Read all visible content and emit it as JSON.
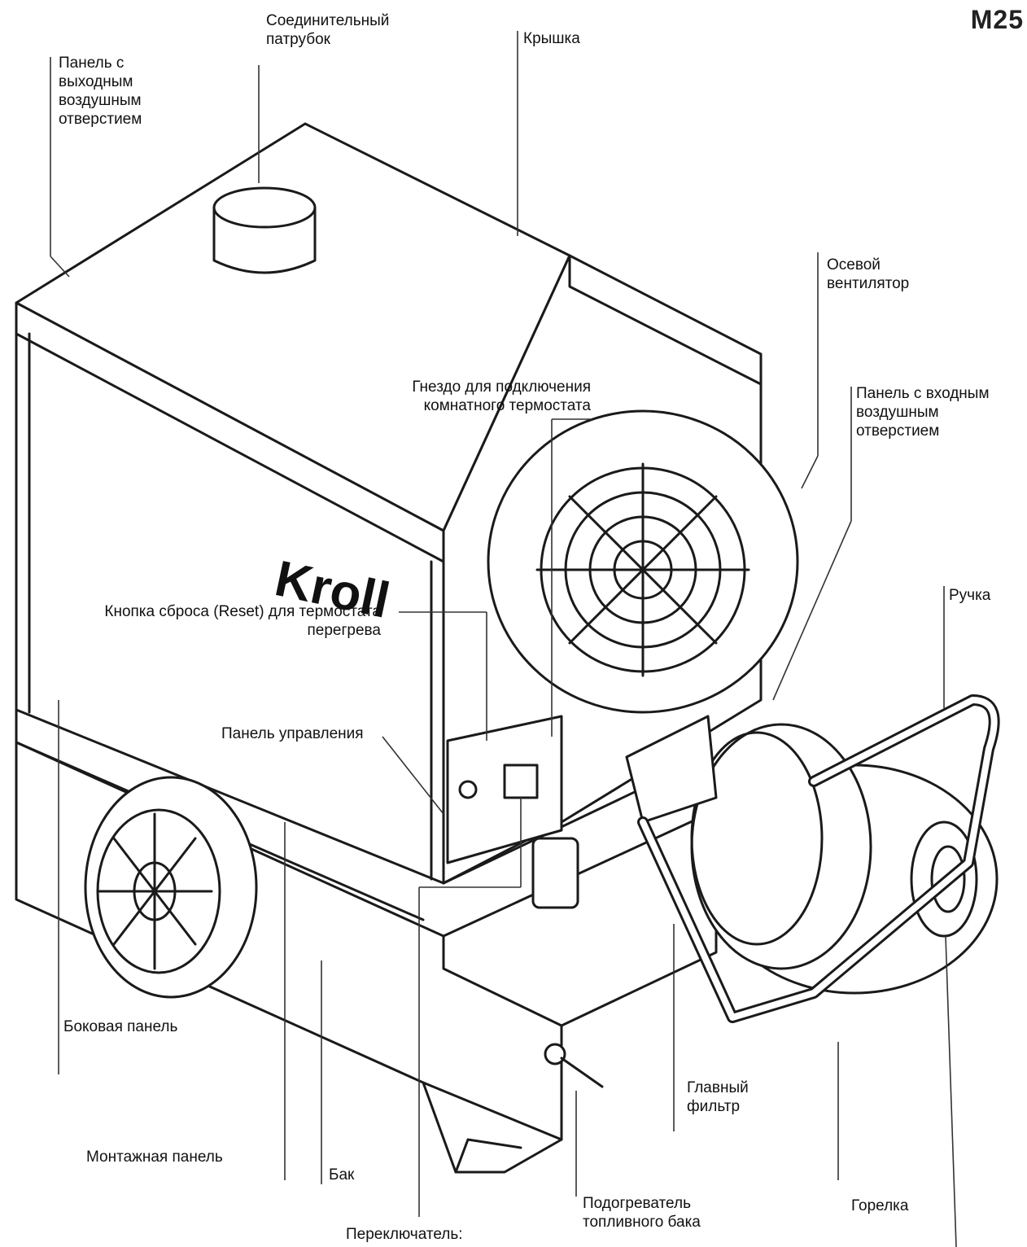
{
  "model": "M25",
  "brand_logo": "Kroll",
  "labels": {
    "connector": "Соединительный\nпатрубок",
    "outlet_panel": "Панель с\nвыходным\nвоздушным\nотверстием",
    "cover": "Крышка",
    "axial_fan": "Осевой\nвентилятор",
    "thermostat_socket": "Гнездо для подключения\nкомнатного термостата",
    "inlet_panel": "Панель с входным\nвоздушным\nотверстием",
    "reset_button": "Кнопка сброса (Reset) для термостата\nперегрева",
    "handle": "Ручка",
    "control_panel": "Панель управления",
    "side_panel": "Боковая панель",
    "main_filter": "Главный\nфильтр",
    "mounting_panel": "Монтажная панель",
    "tank": "Бак",
    "tank_heater": "Подогреватель\nтопливного бака",
    "burner": "Горелка",
    "switch": "Переключатель:"
  }
}
